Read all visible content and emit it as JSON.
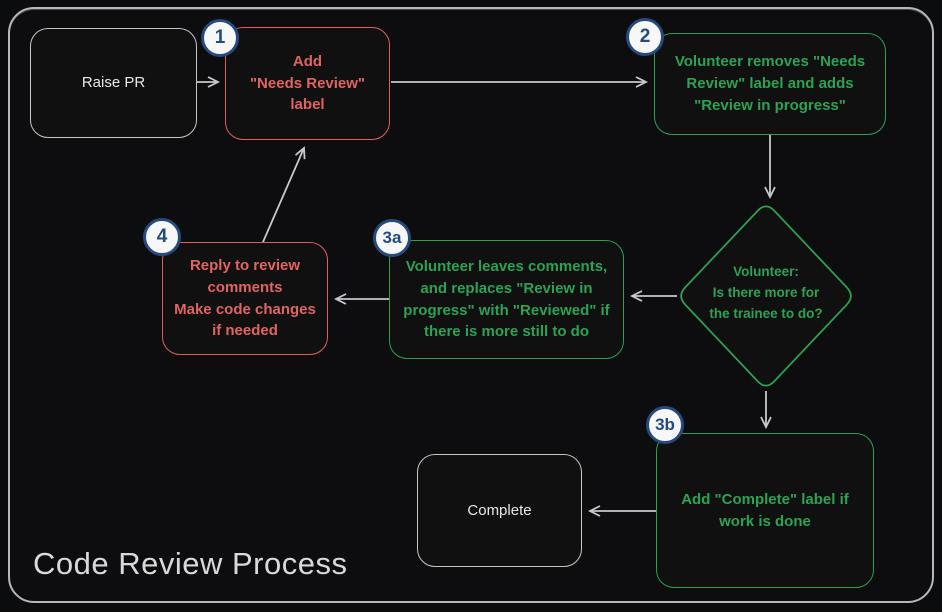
{
  "title": "Code Review Process",
  "nodes": {
    "raise_pr": {
      "label": "Raise PR"
    },
    "add_needs_review": {
      "badge": "1",
      "label": "Add\n\"Needs Review\"\nlabel"
    },
    "volunteer_removes": {
      "badge": "2",
      "label": "Volunteer removes \"Needs\nReview\" label and adds\n\"Review in progress\""
    },
    "decision": {
      "label": "Volunteer:\nIs there more for\nthe trainee to do?"
    },
    "volunteer_leaves": {
      "badge": "3a",
      "label": "Volunteer leaves comments,\nand replaces \"Review in\nprogress\" with \"Reviewed\" if\nthere is more still to do"
    },
    "reply_to_review": {
      "badge": "4",
      "label": "Reply to review\ncomments\nMake code changes\nif needed"
    },
    "add_complete": {
      "badge": "3b",
      "label": "Add \"Complete\" label if\nwork is done"
    },
    "complete": {
      "label": "Complete"
    }
  },
  "colors": {
    "red": "#dd605e",
    "green": "#2e9e50",
    "neutral_border": "#c6c6c6",
    "arrow": "#c8c8c8",
    "badge_blue": "#254a7e",
    "background": "#0d0d0f",
    "title_text": "#d9d9d9"
  }
}
